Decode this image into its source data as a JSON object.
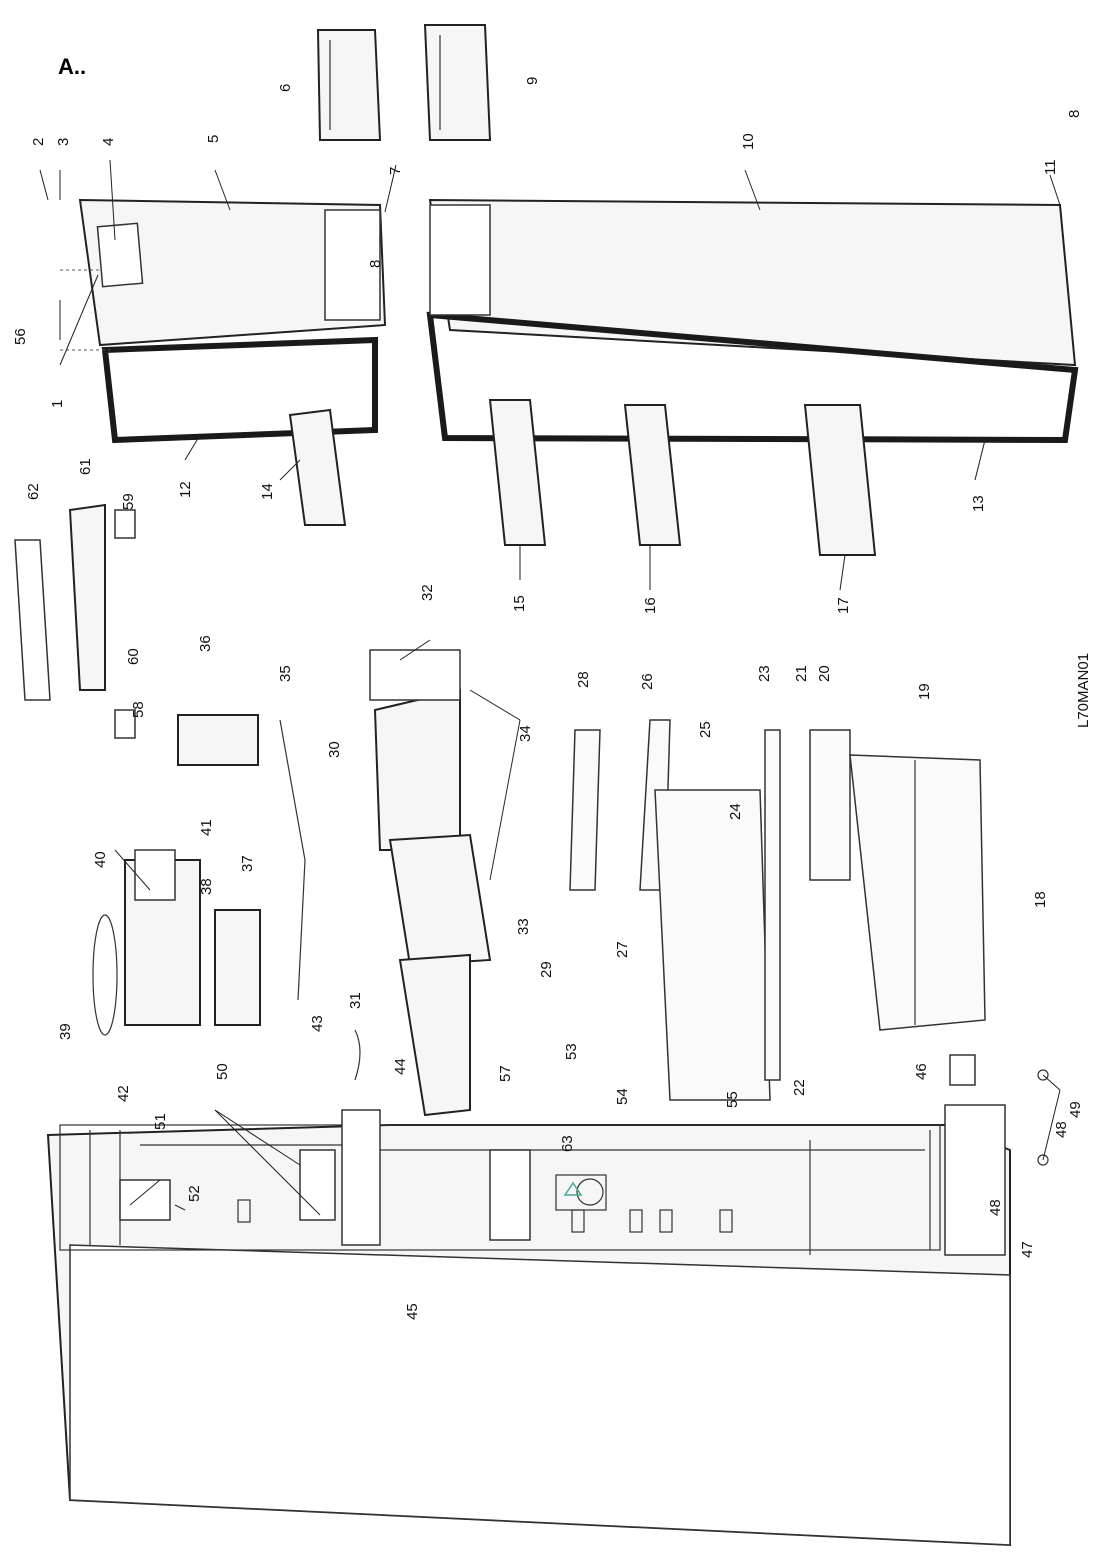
{
  "header_label": "A..",
  "drawing_code": "L70MAN01",
  "part_labels": {
    "p1": "1",
    "p2": "2",
    "p3": "3",
    "p4": "4",
    "p5": "5",
    "p6": "6",
    "p7": "7",
    "p8a": "8",
    "p8b": "8",
    "p9": "9",
    "p10": "10",
    "p11": "11",
    "p12": "12",
    "p13": "13",
    "p14": "14",
    "p15": "15",
    "p16": "16",
    "p17": "17",
    "p18": "18",
    "p19": "19",
    "p20": "20",
    "p21": "21",
    "p22": "22",
    "p23": "23",
    "p24": "24",
    "p25": "25",
    "p26": "26",
    "p27": "27",
    "p28": "28",
    "p29": "29",
    "p30": "30",
    "p31": "31",
    "p32": "32",
    "p33": "33",
    "p34": "34",
    "p35": "35",
    "p36": "36",
    "p37": "37",
    "p38": "38",
    "p39": "39",
    "p40": "40",
    "p41": "41",
    "p42": "42",
    "p43": "43",
    "p44": "44",
    "p45": "45",
    "p46": "46",
    "p47": "47",
    "p48a": "48",
    "p48b": "48",
    "p49": "49",
    "p50": "50",
    "p51": "51",
    "p52": "52",
    "p53": "53",
    "p54": "54",
    "p55": "55",
    "p56": "56",
    "p57": "57",
    "p58": "58",
    "p59": "59",
    "p60": "60",
    "p61": "61",
    "p62": "62",
    "p63": "63"
  }
}
